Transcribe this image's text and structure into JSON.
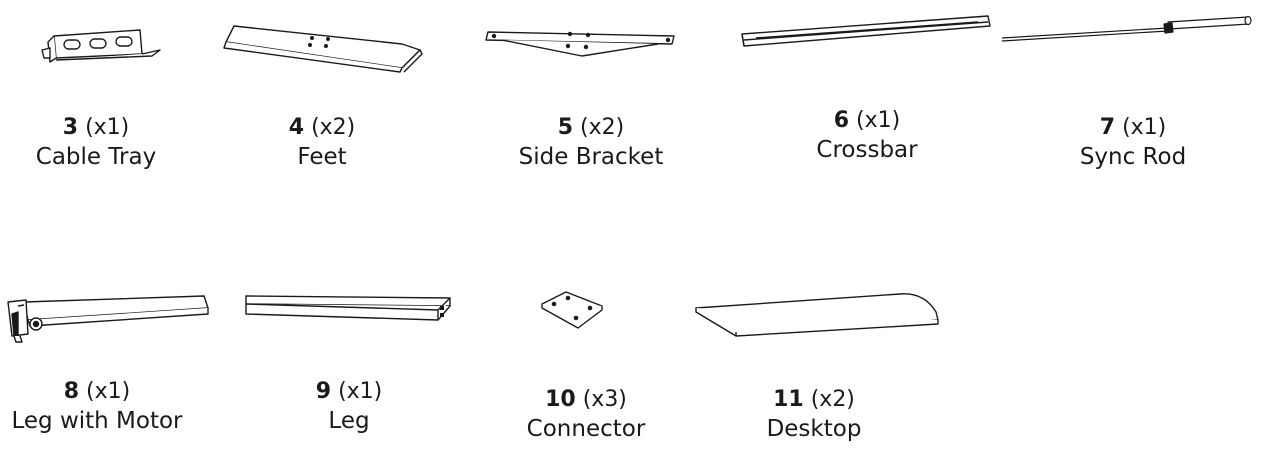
{
  "parts": [
    {
      "number": "3",
      "qty": "(x1)",
      "name": "Cable Tray"
    },
    {
      "number": "4",
      "qty": "(x2)",
      "name": "Feet"
    },
    {
      "number": "5",
      "qty": "(x2)",
      "name": "Side Bracket"
    },
    {
      "number": "6",
      "qty": "(x1)",
      "name": "Crossbar"
    },
    {
      "number": "7",
      "qty": "(x1)",
      "name": "Sync Rod"
    },
    {
      "number": "8",
      "qty": "(x1)",
      "name": "Leg with Motor"
    },
    {
      "number": "9",
      "qty": "(x1)",
      "name": "Leg"
    },
    {
      "number": "10",
      "qty": "(x3)",
      "name": "Connector"
    },
    {
      "number": "11",
      "qty": "(x2)",
      "name": "Desktop"
    }
  ]
}
